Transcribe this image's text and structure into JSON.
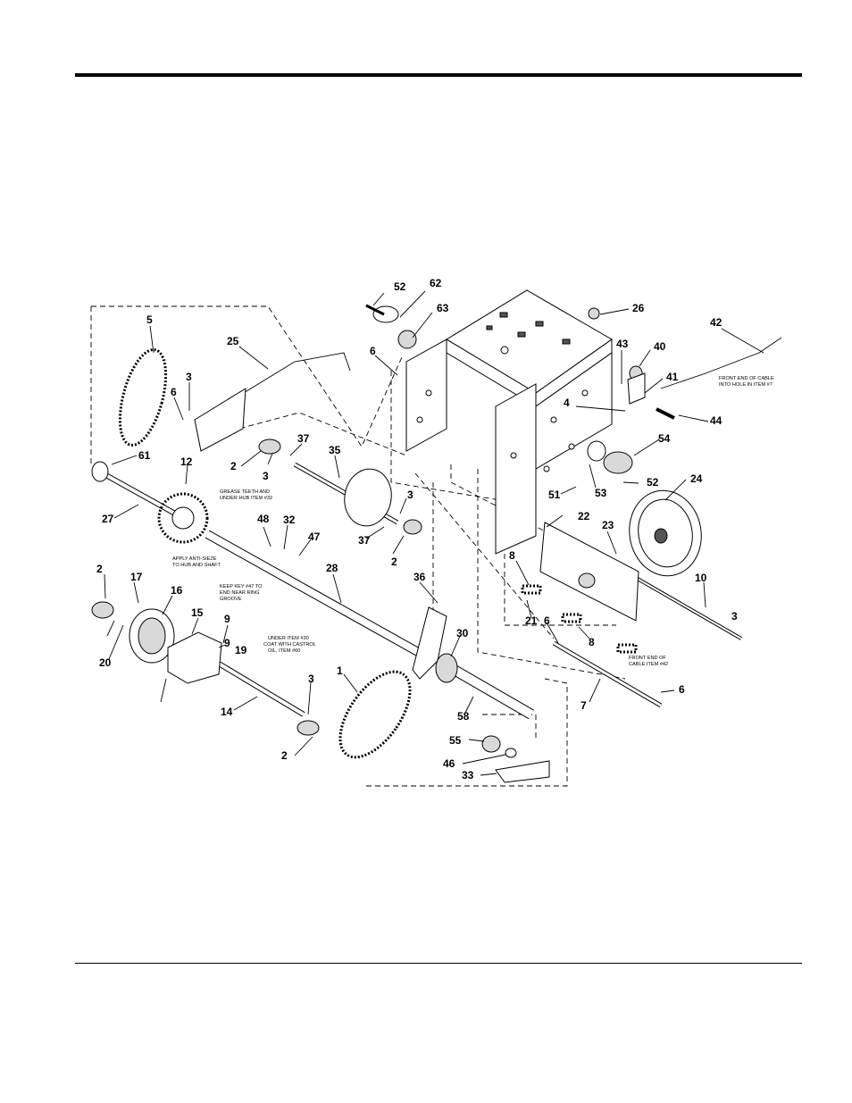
{
  "labels": [
    {
      "id": "52a",
      "text": "52"
    },
    {
      "id": "62",
      "text": "62"
    },
    {
      "id": "63",
      "text": "63"
    },
    {
      "id": "26",
      "text": "26"
    },
    {
      "id": "42",
      "text": "42"
    },
    {
      "id": "5",
      "text": "5"
    },
    {
      "id": "25",
      "text": "25"
    },
    {
      "id": "6a",
      "text": "6"
    },
    {
      "id": "43",
      "text": "43"
    },
    {
      "id": "40",
      "text": "40"
    },
    {
      "id": "41",
      "text": "41"
    },
    {
      "id": "3a",
      "text": "3"
    },
    {
      "id": "6b",
      "text": "6"
    },
    {
      "id": "4",
      "text": "4"
    },
    {
      "id": "44",
      "text": "44"
    },
    {
      "id": "37a",
      "text": "37"
    },
    {
      "id": "35",
      "text": "35"
    },
    {
      "id": "54",
      "text": "54"
    },
    {
      "id": "2a",
      "text": "2"
    },
    {
      "id": "3b",
      "text": "3"
    },
    {
      "id": "61",
      "text": "61"
    },
    {
      "id": "12",
      "text": "12"
    },
    {
      "id": "52b",
      "text": "52"
    },
    {
      "id": "24",
      "text": "24"
    },
    {
      "id": "51",
      "text": "51"
    },
    {
      "id": "53",
      "text": "53"
    },
    {
      "id": "3c",
      "text": "3"
    },
    {
      "id": "27",
      "text": "27"
    },
    {
      "id": "22",
      "text": "22"
    },
    {
      "id": "48",
      "text": "48"
    },
    {
      "id": "32",
      "text": "32"
    },
    {
      "id": "37b",
      "text": "37"
    },
    {
      "id": "23",
      "text": "23"
    },
    {
      "id": "47",
      "text": "47"
    },
    {
      "id": "2b",
      "text": "2"
    },
    {
      "id": "8a",
      "text": "8"
    },
    {
      "id": "28",
      "text": "28"
    },
    {
      "id": "36",
      "text": "36"
    },
    {
      "id": "10",
      "text": "10"
    },
    {
      "id": "2c",
      "text": "2"
    },
    {
      "id": "17",
      "text": "17"
    },
    {
      "id": "16",
      "text": "16"
    },
    {
      "id": "15",
      "text": "15"
    },
    {
      "id": "21",
      "text": "21"
    },
    {
      "id": "6c",
      "text": "6"
    },
    {
      "id": "9a",
      "text": "9"
    },
    {
      "id": "3d",
      "text": "3"
    },
    {
      "id": "19",
      "text": "19"
    },
    {
      "id": "20",
      "text": "20"
    },
    {
      "id": "30",
      "text": "30"
    },
    {
      "id": "8b",
      "text": "8"
    },
    {
      "id": "9b",
      "text": "9"
    },
    {
      "id": "1",
      "text": "1"
    },
    {
      "id": "3e",
      "text": "3"
    },
    {
      "id": "14",
      "text": "14"
    },
    {
      "id": "6d",
      "text": "6"
    },
    {
      "id": "7",
      "text": "7"
    },
    {
      "id": "58",
      "text": "58"
    },
    {
      "id": "2d",
      "text": "2"
    },
    {
      "id": "55",
      "text": "55"
    },
    {
      "id": "46",
      "text": "46"
    },
    {
      "id": "33",
      "text": "33"
    }
  ],
  "notes": {
    "cable_hole": [
      "FRONT END OF CABLE",
      "INTO HOLE IN ITEM #7"
    ],
    "grease": [
      "GREASE TEETH AND",
      "UNDER HUB ITEM #32"
    ],
    "anti_sieze": [
      "APPLY ANTI-SIEZE",
      "TO HUB AND SHAFT"
    ],
    "keep_key": [
      "KEEP KEY #47 TO",
      "END NEAR RING",
      "GROOVE"
    ],
    "castrol": [
      "UNDER ITEM #30",
      "COAT WITH CASTROL",
      "OIL, ITEM #60"
    ],
    "front_cable": [
      "FRONT END OF",
      "CABLE ITEM #42"
    ]
  }
}
